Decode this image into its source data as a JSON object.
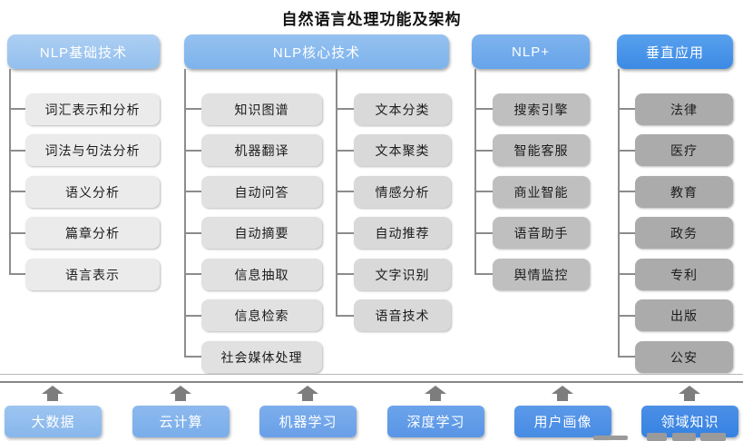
{
  "title": "自然语言处理功能及架构",
  "columns": [
    {
      "header": "NLP基础技术",
      "items": [
        "词汇表示和分析",
        "词法与句法分析",
        "语义分析",
        "篇章分析",
        "语言表示"
      ]
    },
    {
      "header": "NLP核心技术",
      "items_left": [
        "知识图谱",
        "机器翻译",
        "自动问答",
        "自动摘要",
        "信息抽取",
        "信息检索",
        "社会媒体处理"
      ],
      "items_right": [
        "文本分类",
        "文本聚类",
        "情感分析",
        "自动推荐",
        "文字识别",
        "语音技术"
      ]
    },
    {
      "header": "NLP+",
      "items": [
        "搜索引擎",
        "智能客服",
        "商业智能",
        "语音助手",
        "舆情监控"
      ]
    },
    {
      "header": "垂直应用",
      "items": [
        "法律",
        "医疗",
        "教育",
        "政务",
        "专利",
        "出版",
        "公安"
      ]
    }
  ],
  "foundation": {
    "items": [
      "大数据",
      "云计算",
      "机器学习",
      "深度学习",
      "用户画像",
      "领域知识"
    ]
  },
  "colors": {
    "header_blues": [
      "#9fc7f0",
      "#88baee",
      "#72abec",
      "#4796e9"
    ],
    "item_grays": [
      "#ebebeb",
      "#e1e1e1",
      "#d9d9d9",
      "#bfbfbf",
      "#ababab"
    ],
    "foundation_blues": [
      "#92bdee",
      "#83b3ec",
      "#73a7ea",
      "#629ce8",
      "#5292e6",
      "#4188e4"
    ],
    "connector_gray": "#8c8c8c",
    "arrow_gray": "#7d7d7d",
    "separator_gray": "#878787",
    "header_text": "#ffffff",
    "item_text": "#1c1c1c"
  }
}
